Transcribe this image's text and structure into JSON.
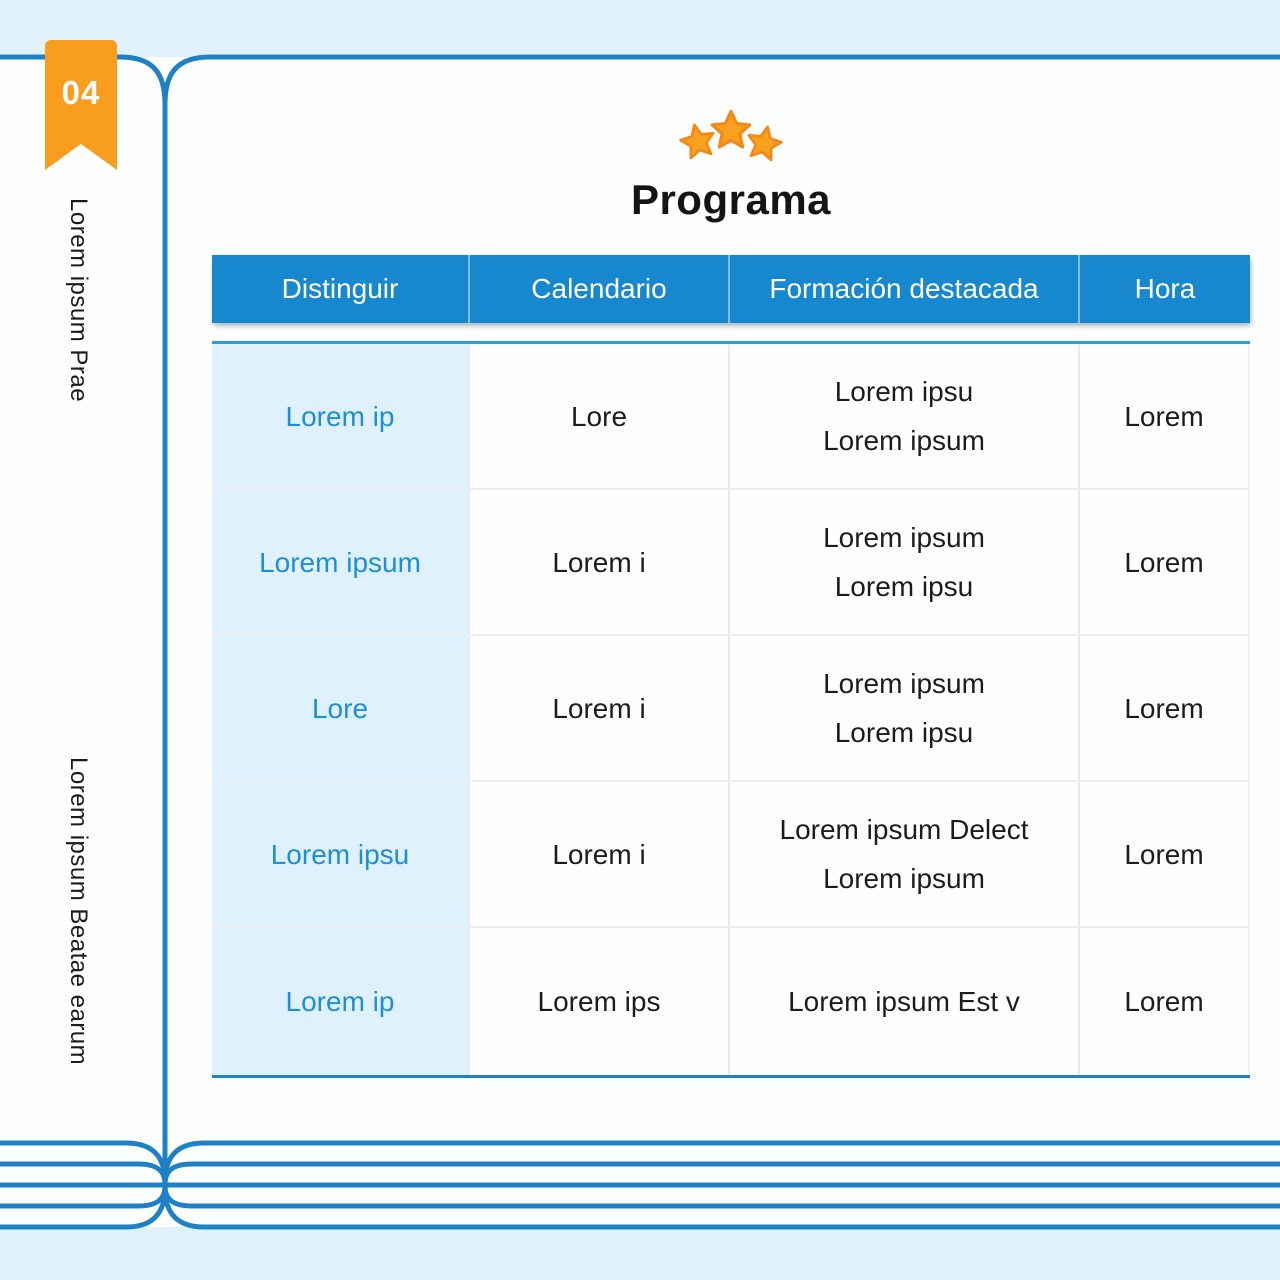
{
  "page": {
    "badge": "04",
    "side_texts": {
      "top": "Lorem ipsum Prae",
      "bottom": "Lorem ipsum Beatae earum"
    },
    "title": "Programa"
  },
  "table": {
    "headers": [
      "Distinguir",
      "Calendario",
      "Formación destacada",
      "Hora"
    ],
    "rows": [
      {
        "distinguir": "Lorem ip",
        "calendario": "Lore",
        "formacion_l1": "Lorem ipsu",
        "formacion_l2": "Lorem ipsum",
        "hora": "Lorem"
      },
      {
        "distinguir": "Lorem ipsum",
        "calendario": "Lorem i",
        "formacion_l1": "Lorem ipsum",
        "formacion_l2": "Lorem ipsu",
        "hora": "Lorem"
      },
      {
        "distinguir": "Lore",
        "calendario": "Lorem i",
        "formacion_l1": "Lorem ipsum",
        "formacion_l2": "Lorem ipsu",
        "hora": "Lorem"
      },
      {
        "distinguir": "Lorem ipsu",
        "calendario": "Lorem i",
        "formacion_l1": "Lorem ipsum Delect",
        "formacion_l2": "Lorem ipsum",
        "hora": "Lorem"
      },
      {
        "distinguir": "Lorem ip",
        "calendario": "Lorem ips",
        "formacion_l1": "Lorem ipsum Est v",
        "hora": "Lorem"
      }
    ]
  },
  "icons": {
    "stars": "three orange stars"
  },
  "colors": {
    "background": "#E0F2FB",
    "page_white": "#FDFFFE",
    "book_line_blue": "#1E81C5",
    "header_bg": "#1787CE",
    "highlight_column_bg": "#DFF1FC",
    "highlight_text_blue": "#1D8FD6",
    "bookmark_orange": "#F99D1E",
    "star_orange": "#F9A11C",
    "body_top_border": "#2E9ED8"
  }
}
